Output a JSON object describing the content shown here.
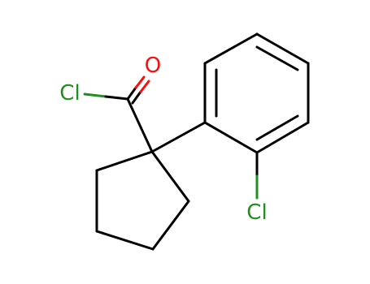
{
  "molecule": {
    "atom_labels": {
      "acyl_chlorine": "Cl",
      "carbonyl_oxygen": "O",
      "ring_chlorine": "Cl"
    },
    "colors": {
      "bond": "#000000",
      "chlorine": "#1f8f1f",
      "oxygen": "#ff0d0d",
      "background": "#ffffff"
    }
  }
}
